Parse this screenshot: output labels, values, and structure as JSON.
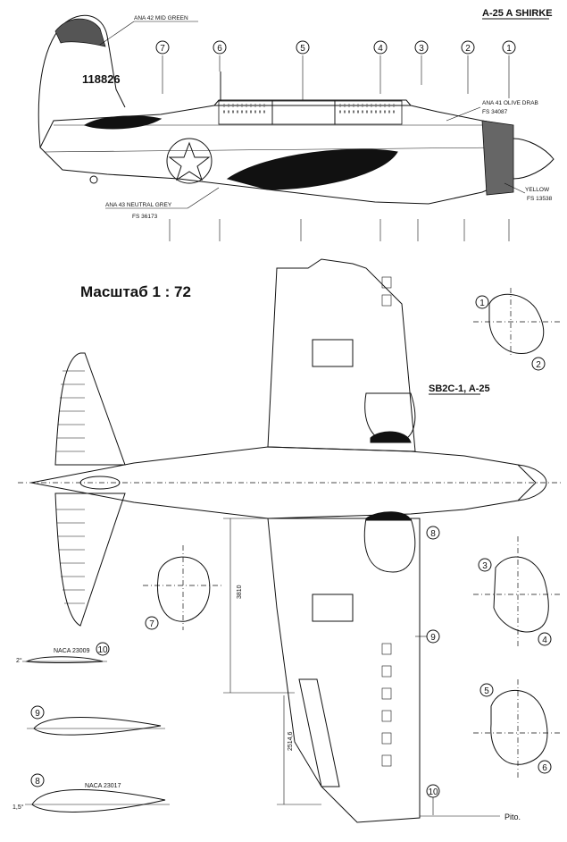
{
  "title": "A-25 A SHIRKE",
  "serial": "118826",
  "scale_label": "Масштаб 1 : 72",
  "variant_label": "SB2C-1, A-25",
  "color_callouts": {
    "mid_green": "ANA 42 MID GREEN",
    "olive_drab": "ANA 41 OLIVE DRAB",
    "olive_drab_fs": "FS 34087",
    "neutral_grey": "ANA 43 NEUTRAL GREY",
    "neutral_grey_fs": "FS 36173",
    "yellow": "YELLOW",
    "yellow_fs": "FS 13538"
  },
  "section_markers": [
    "7",
    "6",
    "5",
    "4",
    "3",
    "2",
    "1"
  ],
  "dimensions": {
    "d1": "3810",
    "d2": "2514,6"
  },
  "airfoils": {
    "airfoil_10_label": "NACA 23009",
    "airfoil_10_angle": "2°",
    "airfoil_10_number": "10",
    "airfoil_9_number": "9",
    "airfoil_8_label": "NACA 23017",
    "airfoil_8_angle": "1,5°",
    "airfoil_8_number": "8"
  },
  "plan_markers": {
    "m8": "8",
    "m9": "9",
    "m10": "10"
  },
  "section_views": {
    "s1": "1",
    "s2": "2",
    "s3": "3",
    "s4": "4",
    "s5": "5",
    "s6": "6",
    "s7": "7"
  },
  "pitot_label": "Pito."
}
